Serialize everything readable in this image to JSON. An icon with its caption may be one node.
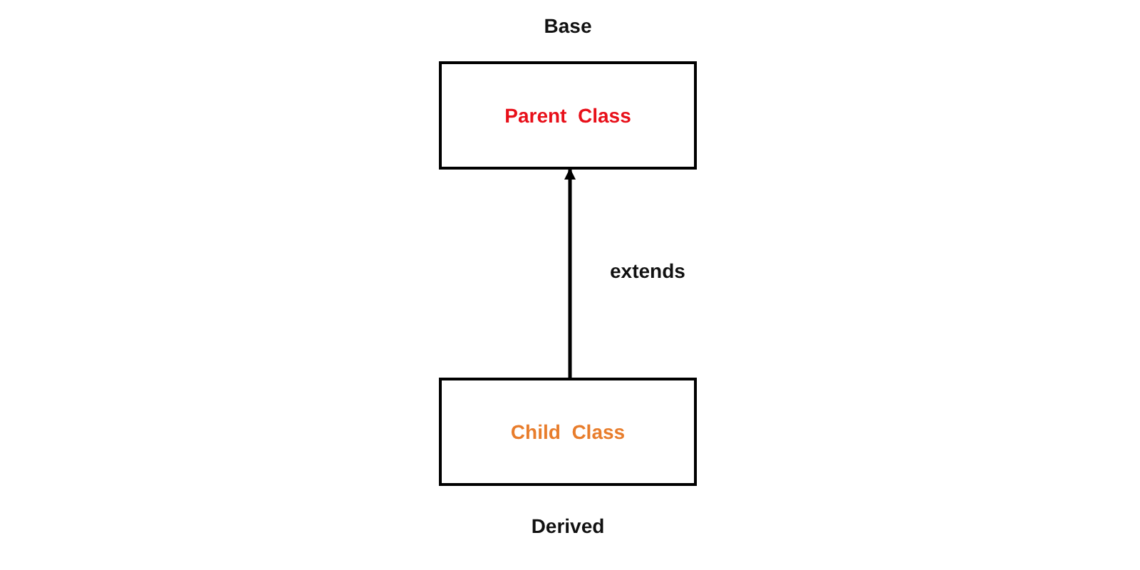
{
  "diagram": {
    "nodes": [
      {
        "text": [
          "Parent  Class"
        ],
        "beside": [
          "Base"
        ]
      },
      {
        "text": [
          "Child  Class"
        ],
        "beside": [
          "Derived"
        ]
      }
    ],
    "edges": [
      {
        "from": 1,
        "to": 0,
        "arrow": "to",
        "label": "extends"
      }
    ]
  }
}
